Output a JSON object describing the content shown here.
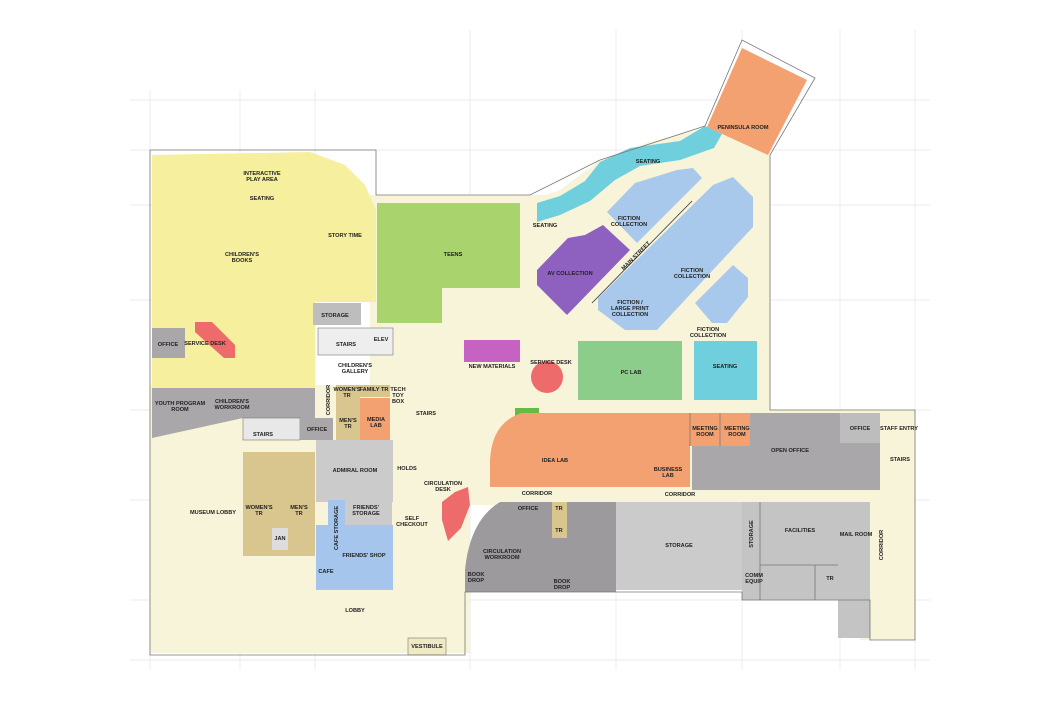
{
  "colors": {
    "floor": "#f8f4da",
    "children": "#f5ef9e",
    "teens": "#a9d36c",
    "fiction": "#a9c9ec",
    "av": "#8e60bf",
    "seating_cyan": "#6fcfdc",
    "orange_rooms": "#f4a172",
    "service_desk": "#ee6b6b",
    "new_materials": "#c662c2",
    "pc_lab": "#8ccd8c",
    "staff_dark": "#a9a7a9",
    "staff_light": "#cbcbcb",
    "restrooms": "#d8c68e",
    "friends": "#a6c5ec"
  },
  "labels": {
    "interactive_play_area": [
      "INTERACTIVE",
      "PLAY AREA"
    ],
    "seating_children": [
      "SEATING"
    ],
    "childrens_books": [
      "CHILDREN'S",
      "BOOKS"
    ],
    "story_time": [
      "STORY TIME"
    ],
    "storage_small": [
      "STORAGE"
    ],
    "stairs_center": [
      "STAIRS"
    ],
    "elev": [
      "ELEV"
    ],
    "office_children": [
      "OFFICE"
    ],
    "service_desk_children": [
      "SERVICE DESK"
    ],
    "youth_program_room": [
      "YOUTH PROGRAM",
      "ROOM"
    ],
    "childrens_workroom": [
      "CHILDREN'S",
      "WORKROOM"
    ],
    "childrens_gallery": [
      "CHILDREN'S",
      "GALLERY"
    ],
    "womens_tr_upper": [
      "WOMEN'S",
      "TR"
    ],
    "family_tr": [
      "FAMILY TR"
    ],
    "tech_toy_box": [
      "TECH",
      "TOY",
      "BOX"
    ],
    "mens_tr_upper": [
      "MEN'S",
      "TR"
    ],
    "media_lab": [
      "MEDIA",
      "LAB"
    ],
    "corridor_children": [
      "CORRIDOR"
    ],
    "stairs_workroom": [
      "STAIRS"
    ],
    "office_corridor": [
      "OFFICE"
    ],
    "stairs_main": [
      "STAIRS"
    ],
    "teens": [
      "TEENS"
    ],
    "new_materials": [
      "NEW MATERIALS"
    ],
    "service_desk_main": [
      "SERVICE DESK"
    ],
    "pc_lab": [
      "PC LAB"
    ],
    "seating_pc": [
      "SEATING"
    ],
    "fiction_collection_east": [
      "FICTION",
      "COLLECTION"
    ],
    "av_collection": [
      "AV COLLECTION"
    ],
    "main_street": [
      "MAIN STREET"
    ],
    "fiction_collection_north": [
      "FICTION",
      "COLLECTION"
    ],
    "fiction_collection_center": [
      "FICTION",
      "COLLECTION"
    ],
    "fiction_large_print": [
      "FICTION /",
      "LARGE PRINT",
      "COLLECTION"
    ],
    "seating_west": [
      "SEATING"
    ],
    "seating_curve": [
      "SEATING"
    ],
    "peninsula_room": [
      "PENINSULA ROOM"
    ],
    "idea_lab": [
      "IDEA LAB"
    ],
    "business_lab": [
      "BUSINESS",
      "LAB"
    ],
    "meeting_room_1": [
      "MEETING",
      "ROOM"
    ],
    "meeting_room_2": [
      "MEETING",
      "ROOM"
    ],
    "open_office": [
      "OPEN OFFICE"
    ],
    "office_east": [
      "OFFICE"
    ],
    "staff_entry": [
      "STAFF ENTRY"
    ],
    "stairs_east": [
      "STAIRS"
    ],
    "corridor_1": [
      "CORRIDOR"
    ],
    "corridor_2": [
      "CORRIDOR"
    ],
    "corridor_east": [
      "CORRIDOR"
    ],
    "office_circ": [
      "OFFICE"
    ],
    "tr_1": [
      "TR"
    ],
    "tr_2": [
      "TR"
    ],
    "circulation_workroom": [
      "CIRCULATION",
      "WORKROOM"
    ],
    "book_drop_1": [
      "BOOK",
      "DROP"
    ],
    "book_drop_2": [
      "BOOK",
      "DROP"
    ],
    "storage_large": [
      "STORAGE"
    ],
    "storage_narrow": [
      "STORAGE"
    ],
    "facilities": [
      "FACILITIES"
    ],
    "mail_room": [
      "MAIL ROOM"
    ],
    "comm_equip": [
      "COMM",
      "EQUIP"
    ],
    "tr_3": [
      "TR"
    ],
    "admiral_room": [
      "ADMIRAL ROOM"
    ],
    "holds": [
      "HOLDS"
    ],
    "circulation_desk": [
      "CIRCULATION",
      "DESK"
    ],
    "self_checkout": [
      "SELF",
      "CHECKOUT"
    ],
    "friends_storage": [
      "FRIENDS'",
      "STORAGE"
    ],
    "cafe_storage": [
      "CAFE STORAGE"
    ],
    "friends_shop": [
      "FRIENDS' SHOP"
    ],
    "cafe": [
      "CAFE"
    ],
    "womens_tr_lower": [
      "WOMEN'S",
      "TR"
    ],
    "mens_tr_lower": [
      "MEN'S",
      "TR"
    ],
    "jan": [
      "JAN"
    ],
    "museum_lobby": [
      "MUSEUM LOBBY"
    ],
    "lobby": [
      "LOBBY"
    ],
    "vestibule": [
      "VESTIBULE"
    ]
  }
}
